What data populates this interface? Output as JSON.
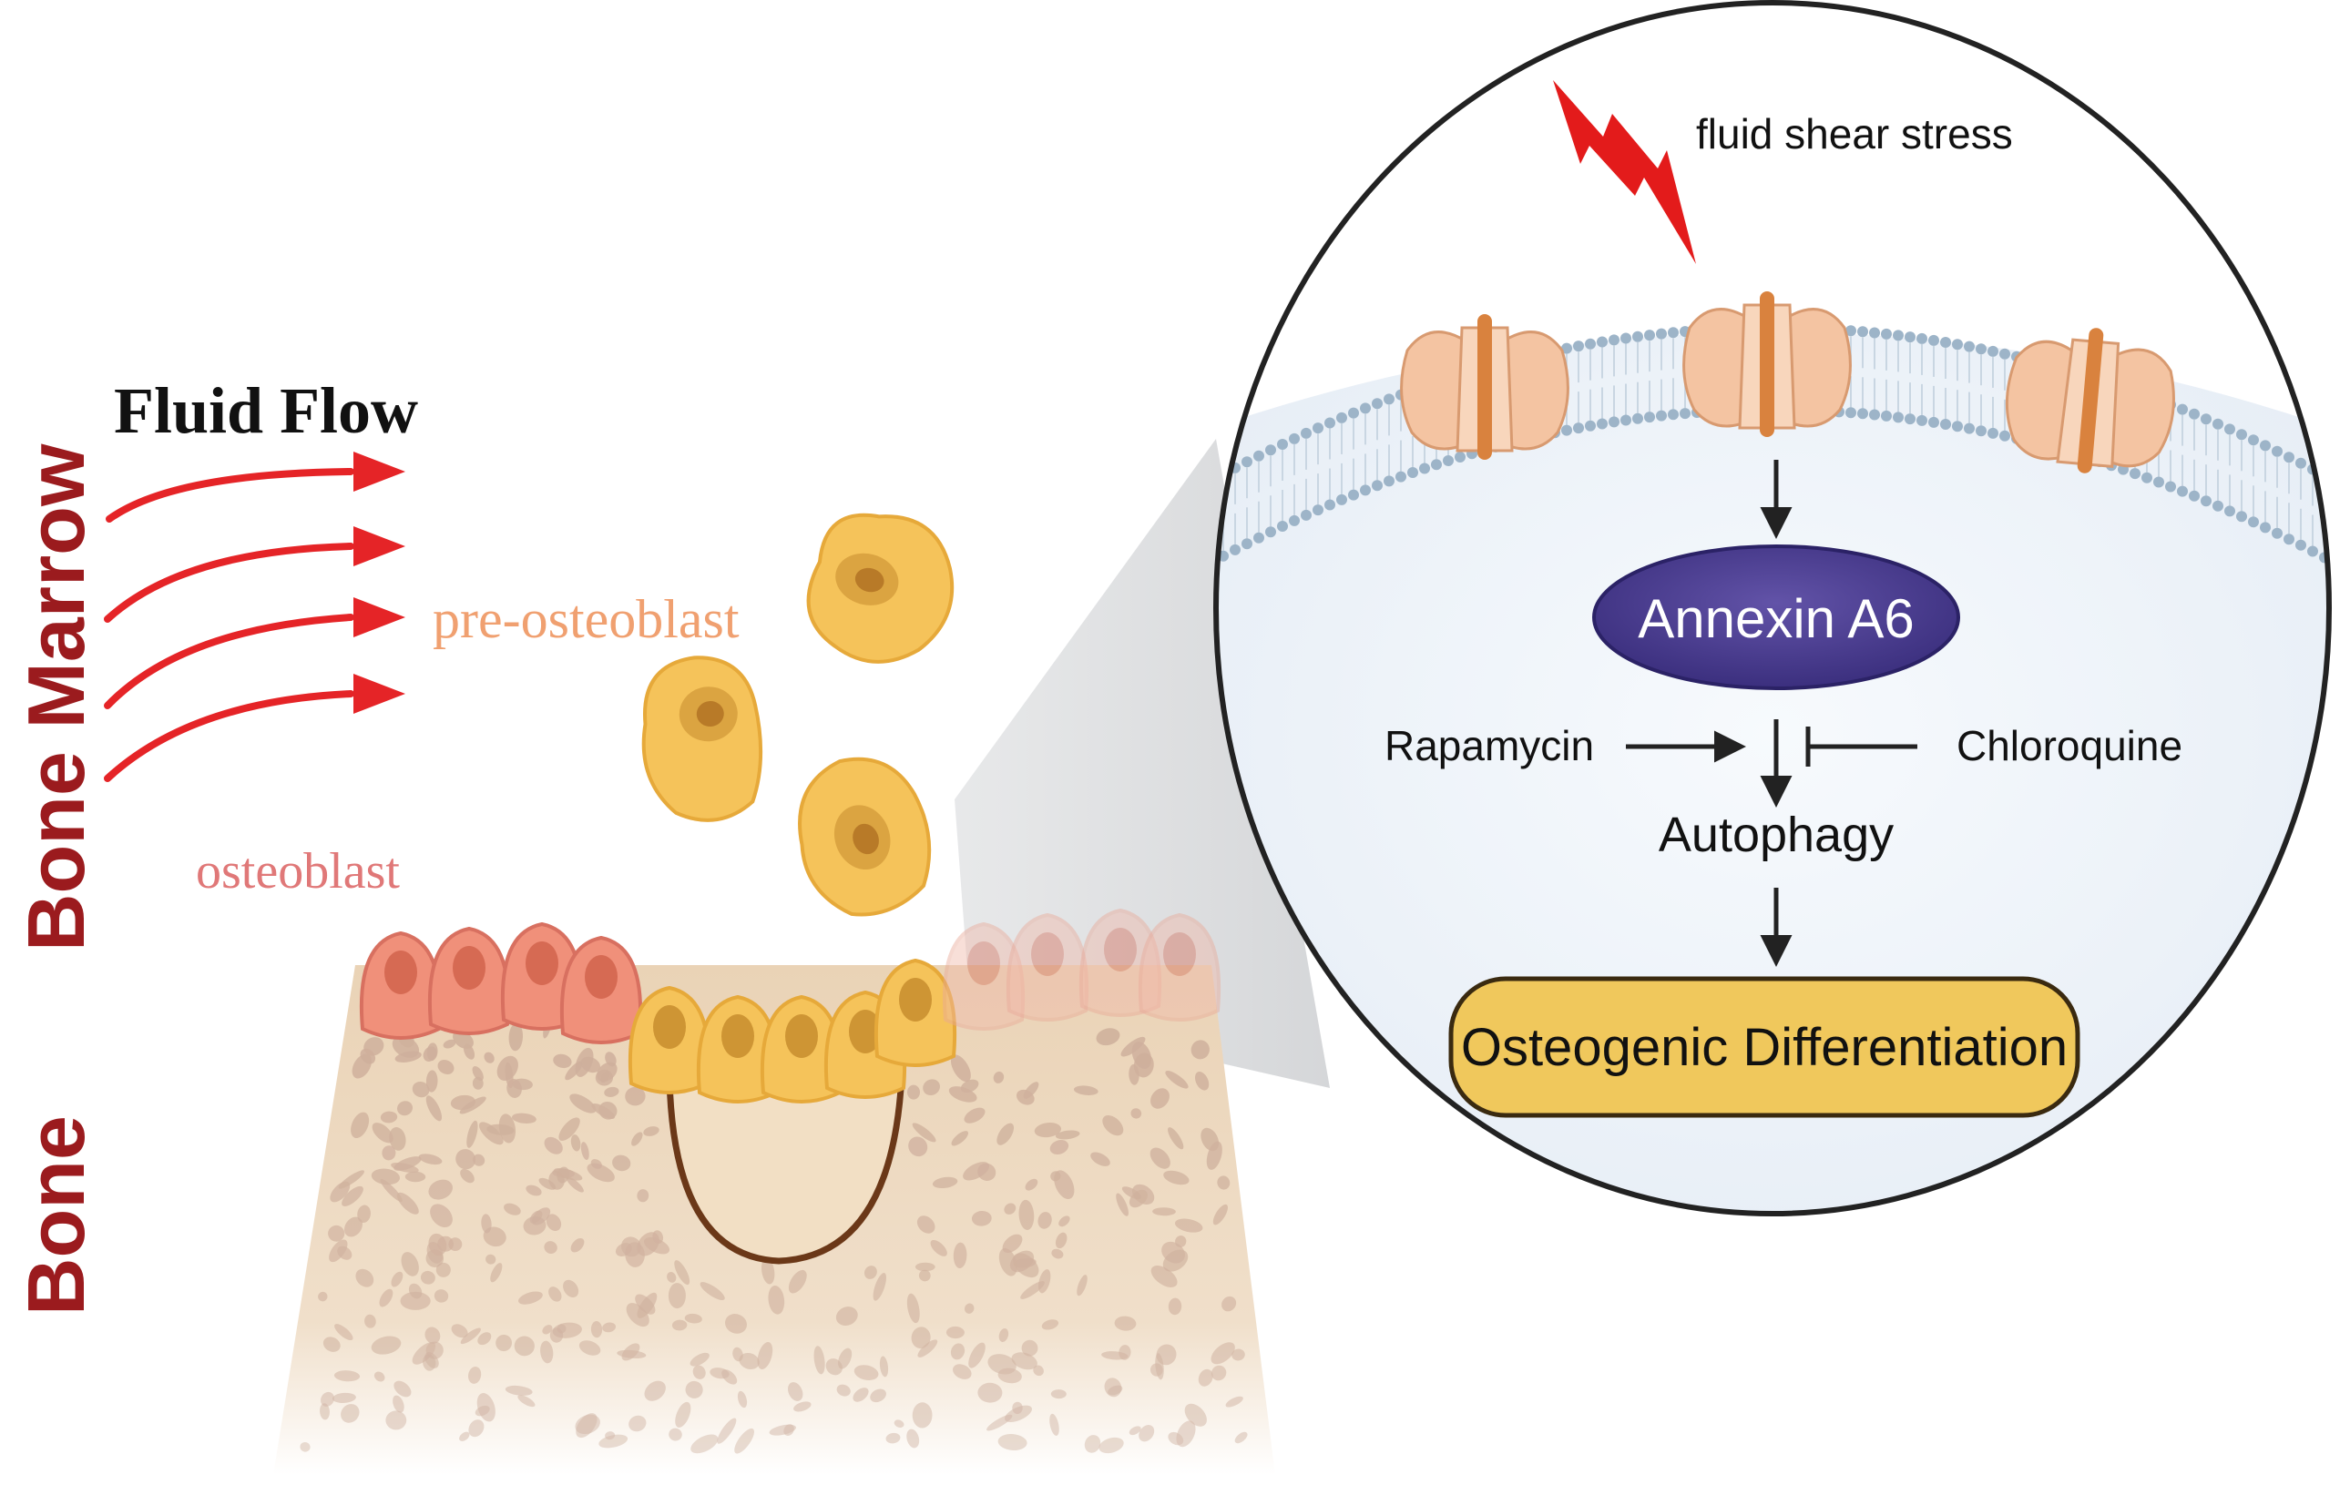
{
  "left_panel": {
    "region_bone_marrow": "Bone Marrow",
    "region_bone": "Bone",
    "fluid_flow_label": "Fluid Flow",
    "pre_osteoblast_label": "pre-osteoblast",
    "osteoblast_label": "osteoblast"
  },
  "inset": {
    "stimulus_label": "fluid shear stress",
    "protein_label": "Annexin A6",
    "activator_label": "Rapamycin",
    "inhibitor_label": "Chloroquine",
    "process_label": "Autophagy",
    "outcome_label": "Osteogenic Differentiation"
  },
  "colors": {
    "region_label": "#9b1b1e",
    "flow_arrow": "#e52427",
    "pre_osteoblast": "#f5c35a",
    "osteoblast": "#f0907a",
    "bone": "#e8d2b8",
    "annexin_fill": "#4a3d8f",
    "outcome_fill": "#f0c85c",
    "bolt": "#e31b1b"
  },
  "icons": [
    "lightning-bolt-icon",
    "membrane-channel-icon",
    "arrow-icon",
    "inhibition-icon"
  ]
}
